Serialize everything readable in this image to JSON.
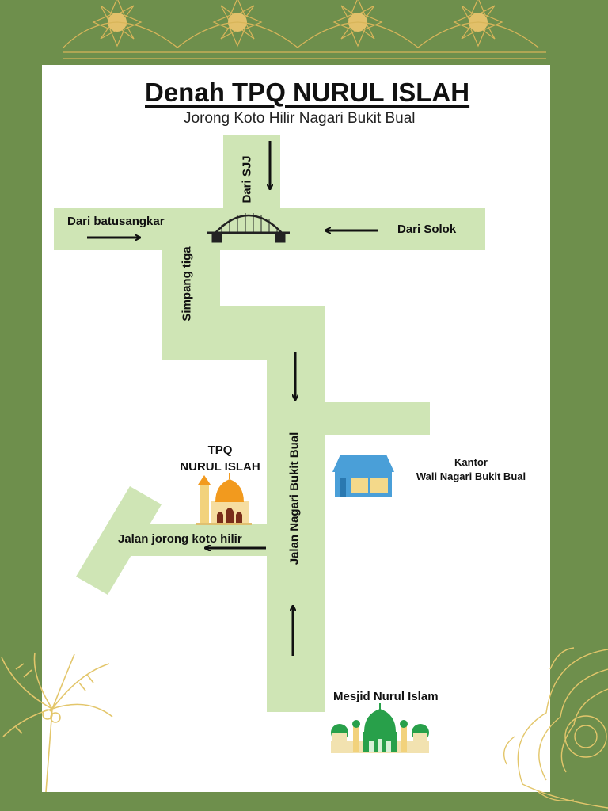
{
  "title": "Denah TPQ NURUL ISLAH",
  "subtitle": "Jorong Koto Hilir Nagari Bukit Bual",
  "roads": {
    "from_sjj": "Dari SJJ",
    "from_batusangkar": "Dari batusangkar",
    "from_solok": "Dari Solok",
    "simpang_tiga": "Simpang tiga",
    "main_road": "Jalan Nagari Bukit Bual",
    "side_road": "Jalan jorong koto hilir"
  },
  "places": {
    "tpq_line1": "TPQ",
    "tpq_line2": "NURUL ISLAH",
    "office_line1": "Kantor",
    "office_line2": "Wali Nagari Bukit Bual",
    "mosque": "Mesjid Nurul Islam"
  },
  "colors": {
    "border": "#6e8f4c",
    "road": "#cfe5b5",
    "gold": "#d8b55a"
  },
  "icons": [
    "bridge-icon",
    "tpq-mosque-icon",
    "office-building-icon",
    "green-mosque-icon",
    "palm-tree-icon",
    "mandala-ornament-icon",
    "star-ornament-icon",
    "arrow-icon"
  ]
}
